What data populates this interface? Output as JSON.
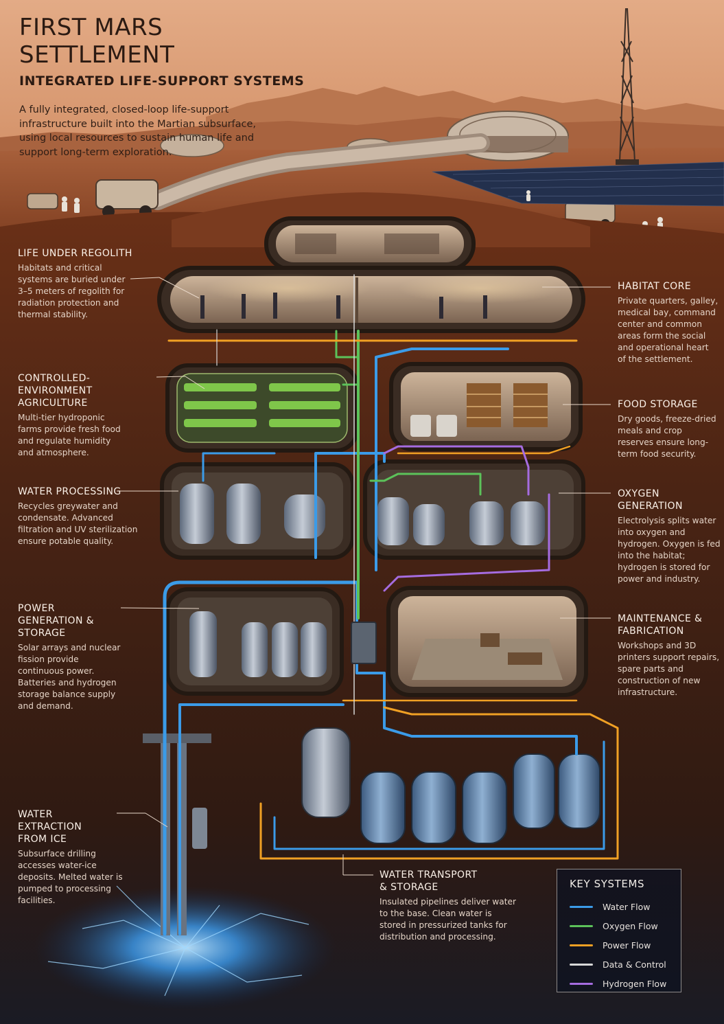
{
  "header": {
    "title": "FIRST MARS SETTLEMENT",
    "subtitle": "INTEGRATED LIFE-SUPPORT SYSTEMS",
    "intro": "A fully integrated, closed-loop life-support infrastructure built into the Martian subsurface, using local resources to sustain human life and support long-term exploration."
  },
  "callouts": {
    "regolith": {
      "title": "LIFE UNDER REGOLITH",
      "text": "Habitats and critical systems are buried under 3–5 meters of regolith for radiation protection and thermal stability."
    },
    "agriculture": {
      "title": "CONTROLLED-ENVIRONMENT AGRICULTURE",
      "text": "Multi-tier hydroponic farms provide fresh food and regulate humidity and atmosphere."
    },
    "water_processing": {
      "title": "WATER PROCESSING",
      "text": "Recycles greywater and condensate. Advanced filtration and UV sterilization ensure potable quality."
    },
    "power": {
      "title": "POWER GENERATION & STORAGE",
      "text": "Solar arrays and nuclear fission provide continuous power. Batteries and hydrogen storage balance supply and demand."
    },
    "ice": {
      "title": "WATER EXTRACTION FROM ICE",
      "text": "Subsurface drilling accesses water-ice deposits. Melted water is pumped to processing facilities."
    },
    "habitat": {
      "title": "HABITAT CORE",
      "text": "Private quarters, galley, medical bay, command center and common areas form the social and operational heart of the settlement."
    },
    "food": {
      "title": "FOOD STORAGE",
      "text": "Dry goods, freeze-dried meals and crop reserves ensure long-term food security."
    },
    "oxygen": {
      "title": "OXYGEN GENERATION",
      "text": "Electrolysis splits water into oxygen and hydrogen. Oxygen is fed into the habitat; hydrogen is stored for power and industry."
    },
    "maintenance": {
      "title": "MAINTENANCE & FABRICATION",
      "text": "Workshops and 3D printers support repairs, spare parts and construction of new infrastructure."
    },
    "transport": {
      "title": "WATER TRANSPORT & STORAGE",
      "text": "Insulated pipelines deliver water to the base. Clean water is stored in pressurized tanks for distribution and processing."
    }
  },
  "legend": {
    "title": "KEY SYSTEMS",
    "items": [
      {
        "label": "Water Flow",
        "color": "#3b9be8"
      },
      {
        "label": "Oxygen Flow",
        "color": "#5cc25a"
      },
      {
        "label": "Power Flow",
        "color": "#f0a024"
      },
      {
        "label": "Data & Control",
        "color": "#d8d8d8"
      },
      {
        "label": "Hydrogen Flow",
        "color": "#a56ce0"
      }
    ]
  },
  "colors": {
    "sky": "#d99a72",
    "ground": "#8e4a2a",
    "soil": "#3d1f12",
    "ice": "#3fa6ff",
    "room_light": "#f2c78a"
  }
}
